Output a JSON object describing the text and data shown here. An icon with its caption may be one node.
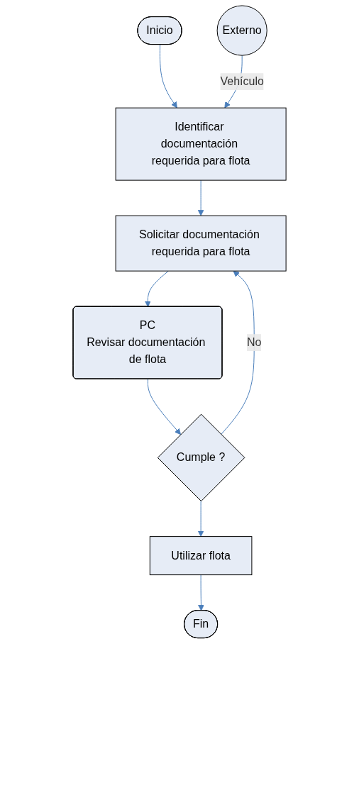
{
  "diagram": {
    "nodes": [
      {
        "text": [
          "Inicio"
        ]
      },
      {
        "text": [
          "Externo"
        ]
      },
      {
        "text": [
          "Identificar documentación requerida para flota"
        ]
      },
      {
        "text": [
          "Solicitar documentación requerida para flota"
        ]
      },
      {
        "text": [
          "PC",
          "Revisar documentación de flota"
        ]
      },
      {
        "text": [
          "Cumple ?"
        ]
      },
      {
        "text": [
          "Utilizar flota"
        ]
      },
      {
        "text": [
          "Fin"
        ]
      }
    ],
    "edges": [
      {
        "from": 0,
        "to": 2,
        "arrow": "to"
      },
      {
        "from": 1,
        "to": 2,
        "arrow": "to",
        "label": "Vehículo"
      },
      {
        "from": 2,
        "to": 3,
        "arrow": "to"
      },
      {
        "from": 3,
        "to": 4,
        "arrow": "to"
      },
      {
        "from": 4,
        "to": 5,
        "arrow": "to"
      },
      {
        "from": 5,
        "to": 3,
        "arrow": "to",
        "label": "No"
      },
      {
        "from": 5,
        "to": 6,
        "arrow": "to"
      },
      {
        "from": 6,
        "to": 7,
        "arrow": "to"
      }
    ]
  }
}
